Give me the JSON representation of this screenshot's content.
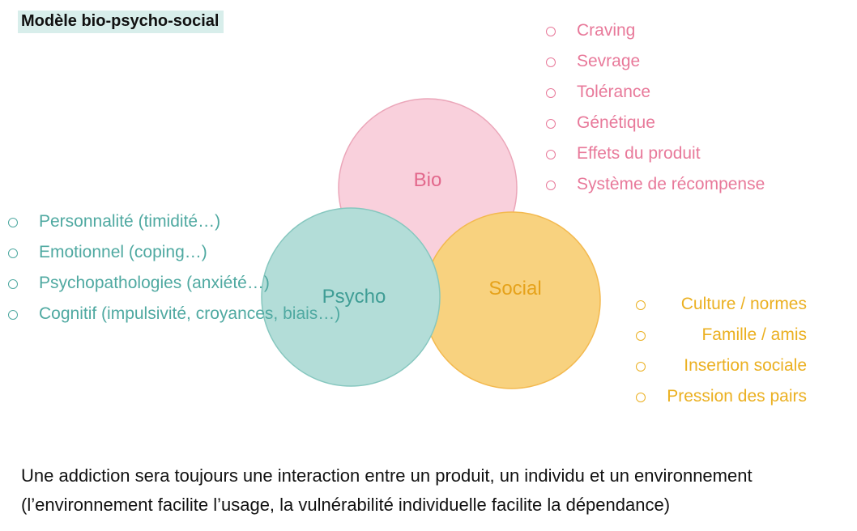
{
  "title": "Modèle bio-psycho-social",
  "circles": {
    "bio": {
      "label": "Bio",
      "fill": "#f9d0dc",
      "stroke": "#eba6b9",
      "text_color": "#e2688c"
    },
    "psycho": {
      "label": "Psycho",
      "fill": "#b3ddd8",
      "stroke": "#86c7bf",
      "text_color": "#3f9d95"
    },
    "social": {
      "label": "Social",
      "fill": "#f8d27f",
      "stroke": "#f3b94f",
      "text_color": "#e6a21a"
    }
  },
  "bio_items": [
    "Craving",
    "Sevrage",
    "Tolérance",
    "Génétique",
    "Effets du produit",
    "Système de récompense"
  ],
  "psycho_items": [
    "Personnalité (timidité…)",
    "Emotionnel (coping…)",
    "Psychopathologies (anxiété…)",
    "Cognitif (impulsivité, croyances, biais…)"
  ],
  "social_items": [
    "Culture / normes",
    "Famille / amis",
    "Insertion sociale",
    "Pression des pairs"
  ],
  "footer": {
    "line1": "Une addiction sera toujours une interaction entre un produit, un individu et un environnement",
    "line2": "(l’environnement facilite l’usage, la vulnérabilité individuelle facilite la dépendance)"
  }
}
